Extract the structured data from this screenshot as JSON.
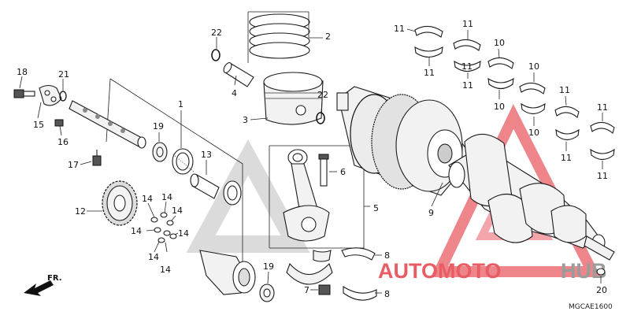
{
  "diagram_code": "MGCAE1600",
  "direction_label": "FR.",
  "watermark": {
    "brand_part1": "AUTOMOTO",
    "brand_part2": "HUB",
    "accent_color": "#e4404a",
    "secondary_color": "#8a8a8a"
  },
  "callouts": [
    {
      "id": "c-2",
      "label": "2"
    },
    {
      "id": "c-22a",
      "label": "22"
    },
    {
      "id": "c-4",
      "label": "4"
    },
    {
      "id": "c-3",
      "label": "3"
    },
    {
      "id": "c-22b",
      "label": "22"
    },
    {
      "id": "c-18",
      "label": "18"
    },
    {
      "id": "c-21",
      "label": "21"
    },
    {
      "id": "c-15",
      "label": "15"
    },
    {
      "id": "c-16",
      "label": "16"
    },
    {
      "id": "c-1",
      "label": "1"
    },
    {
      "id": "c-19a",
      "label": "19"
    },
    {
      "id": "c-13",
      "label": "13"
    },
    {
      "id": "c-17",
      "label": "17"
    },
    {
      "id": "c-12",
      "label": "12"
    },
    {
      "id": "c-14a",
      "label": "14"
    },
    {
      "id": "c-14b",
      "label": "14"
    },
    {
      "id": "c-14c",
      "label": "14"
    },
    {
      "id": "c-14d",
      "label": "14"
    },
    {
      "id": "c-14e",
      "label": "14"
    },
    {
      "id": "c-14f",
      "label": "14"
    },
    {
      "id": "c-14g",
      "label": "14"
    },
    {
      "id": "c-6",
      "label": "6"
    },
    {
      "id": "c-5",
      "label": "5"
    },
    {
      "id": "c-19b",
      "label": "19"
    },
    {
      "id": "c-7",
      "label": "7"
    },
    {
      "id": "c-8a",
      "label": "8"
    },
    {
      "id": "c-8b",
      "label": "8"
    },
    {
      "id": "c-9",
      "label": "9"
    },
    {
      "id": "c-20",
      "label": "20"
    },
    {
      "id": "c-11a",
      "label": "11"
    },
    {
      "id": "c-11b",
      "label": "11"
    },
    {
      "id": "c-11c",
      "label": "11"
    },
    {
      "id": "c-11d",
      "label": "11"
    },
    {
      "id": "c-11e",
      "label": "11"
    },
    {
      "id": "c-11f",
      "label": "11"
    },
    {
      "id": "c-11g",
      "label": "11"
    },
    {
      "id": "c-11h",
      "label": "11"
    },
    {
      "id": "c-11i",
      "label": "11"
    },
    {
      "id": "c-10a",
      "label": "10"
    },
    {
      "id": "c-10b",
      "label": "10"
    },
    {
      "id": "c-10c",
      "label": "10"
    },
    {
      "id": "c-10d",
      "label": "10"
    }
  ]
}
